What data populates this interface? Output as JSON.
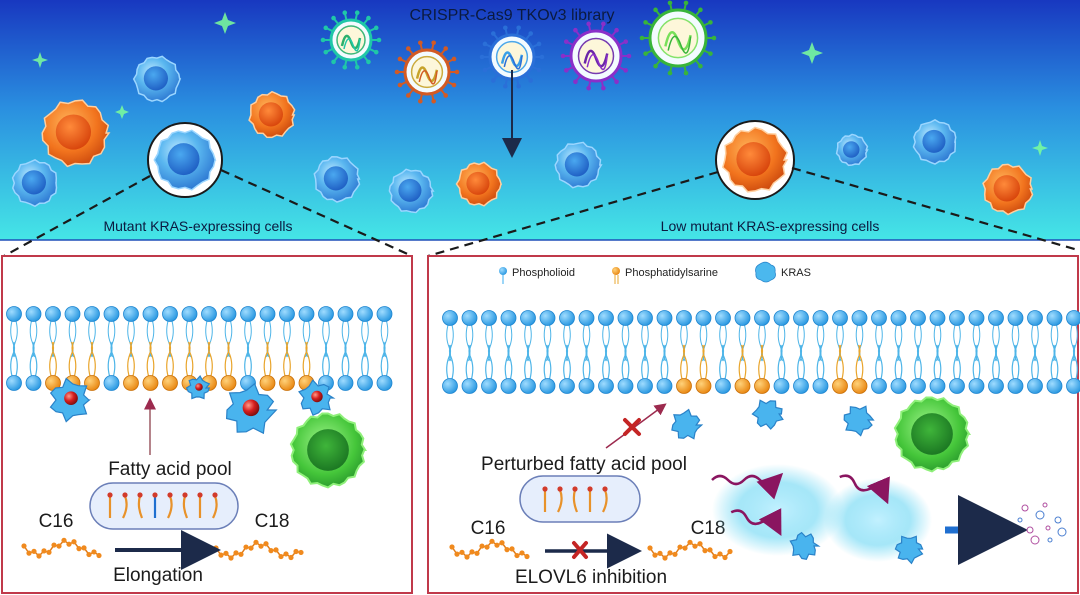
{
  "title": "CRISPR-Cas9 TKOv3 library",
  "left_panel": {
    "cell_label": "Mutant KRAS-expressing cells",
    "pool_label": "Fatty acid pool",
    "chain_start": "C16",
    "chain_end": "C18",
    "process_label": "Elongation"
  },
  "right_panel": {
    "cell_label": "Low mutant KRAS-expressing cells",
    "legend": [
      {
        "icon": "phospholipid-icon",
        "label": "Phospholioid"
      },
      {
        "icon": "phosphatidylserine-icon",
        "label": "Phosphatidylsarine"
      },
      {
        "icon": "kras-icon",
        "label": "KRAS"
      }
    ],
    "pool_label": "Perturbed fatty acid pool",
    "chain_start": "C16",
    "chain_end": "C18",
    "process_label": "ELOVL6 inhibition"
  },
  "colors": {
    "sky_top": "#1a3fc4",
    "sky_bottom": "#3fe0e8",
    "panel_border": "#c0394a",
    "lipid_head": "#3aaef0",
    "ps_head": "#f39a1a",
    "kras": "#4bb8ee",
    "orange_cell": "#ee6a1c",
    "green_cell": "#3fbf40",
    "inhibit": "#c42525",
    "arrow_blue": "#1f6fd0"
  }
}
